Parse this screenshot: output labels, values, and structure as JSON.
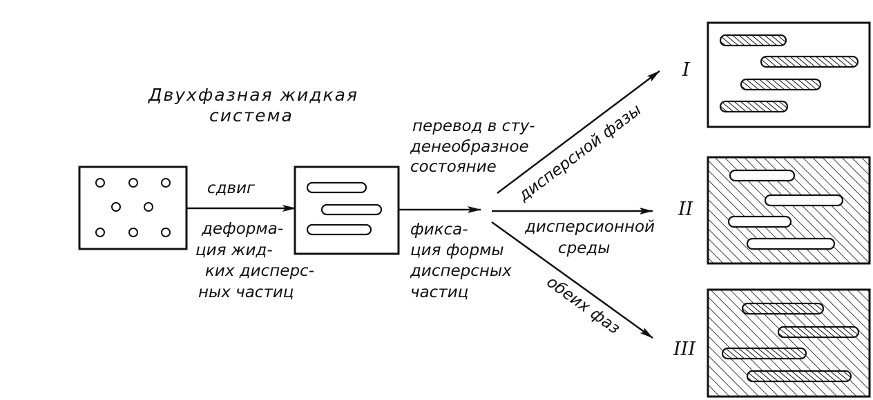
{
  "title": {
    "line1": "Двухфазная жидкая",
    "line2": "система"
  },
  "step1": {
    "above": "сдвиг",
    "below": [
      "деформа-",
      "ция жид-",
      "ких дисперс-",
      "ных частиц"
    ]
  },
  "step2": {
    "above": [
      "перевод в сту-",
      "денеобразное",
      "состояние"
    ],
    "below": [
      "фикса-",
      "ция формы",
      "дисперсных",
      "частиц"
    ]
  },
  "branches": [
    {
      "numeral": "I",
      "label": "дисперсной фазы"
    },
    {
      "numeral": "II",
      "label": [
        "дисперсионной",
        "среды"
      ]
    },
    {
      "numeral": "III",
      "label": "обеих фаз"
    }
  ]
}
